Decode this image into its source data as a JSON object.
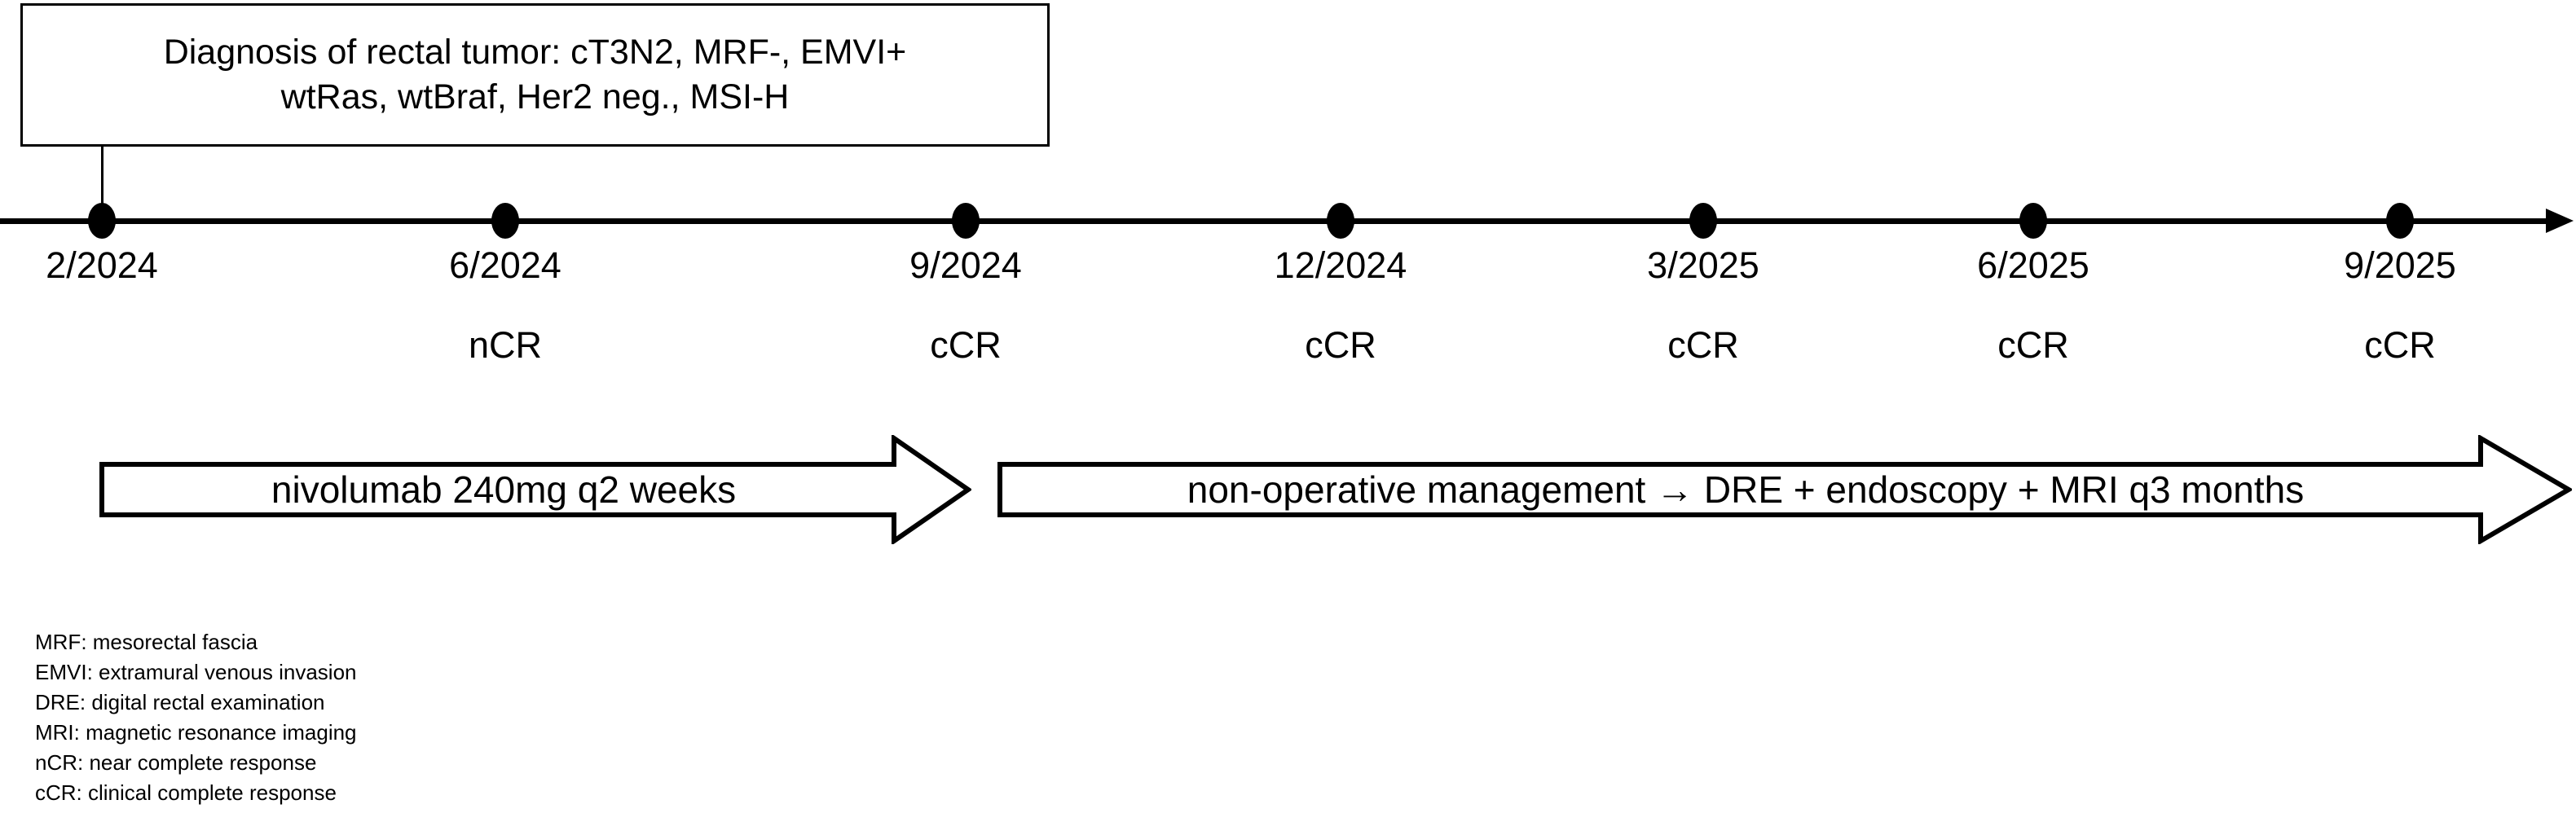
{
  "diagnosis_box": {
    "lines": [
      "Diagnosis of rectal tumor: cT3N2, MRF-, EMVI+",
      "wtRas, wtBraf, Her2 neg., MSI-H"
    ]
  },
  "timeline": {
    "points": [
      {
        "date": "2/2024",
        "response": ""
      },
      {
        "date": "6/2024",
        "response": "nCR"
      },
      {
        "date": "9/2024",
        "response": "cCR"
      },
      {
        "date": "12/2024",
        "response": "cCR"
      },
      {
        "date": "3/2025",
        "response": "cCR"
      },
      {
        "date": "6/2025",
        "response": "cCR"
      },
      {
        "date": "9/2025",
        "response": "cCR"
      }
    ]
  },
  "treatment_arrows": [
    {
      "label": "nivolumab 240mg q2 weeks"
    },
    {
      "label": "non-operative management → DRE + endoscopy + MRI q3 months"
    }
  ],
  "legend": {
    "lines": [
      "MRF: mesorectal fascia",
      "EMVI: extramural venous invasion",
      "DRE: digital rectal examination",
      "MRI: magnetic resonance imaging",
      "nCR: near complete response",
      "cCR: clinical complete response"
    ]
  },
  "colors": {
    "ink": "#000000",
    "background": "#ffffff"
  }
}
